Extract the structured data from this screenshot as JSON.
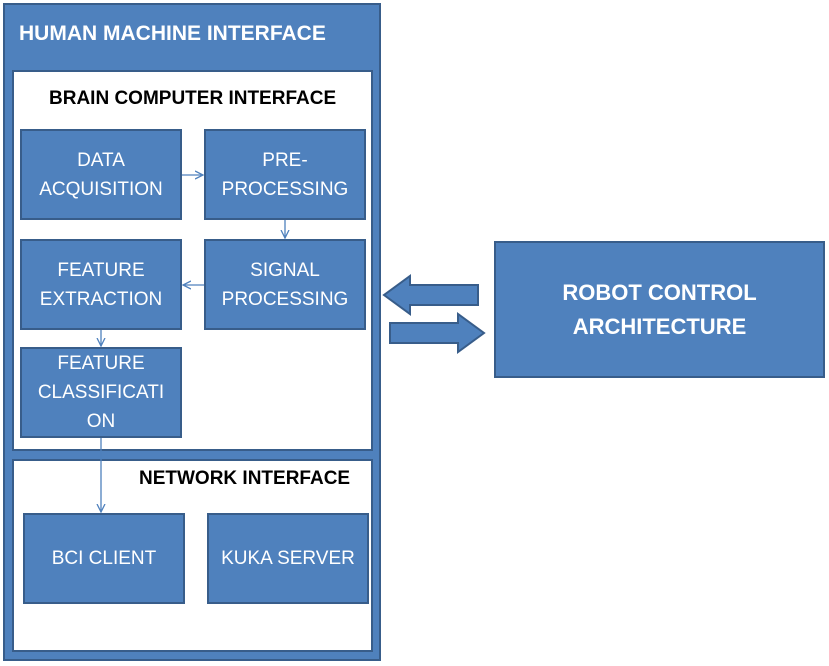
{
  "hmi": {
    "title": "HUMAN MACHINE INTERFACE"
  },
  "bci": {
    "title": "BRAIN COMPUTER INTERFACE",
    "blocks": {
      "data_acquisition": "DATA\nACQUISITION",
      "pre_processing": "PRE-\nPROCESSING",
      "feature_extraction": "FEATURE\nEXTRACTION",
      "signal_processing": "SIGNAL\nPROCESSING",
      "feature_classification": "FEATURE\nCLASSIFICATI\nON"
    }
  },
  "network": {
    "title": "NETWORK INTERFACE",
    "blocks": {
      "bci_client": "BCI CLIENT",
      "kuka_server": "KUKA SERVER"
    }
  },
  "robot": {
    "label": "ROBOT CONTROL\nARCHITECTURE"
  },
  "colors": {
    "block_fill": "#4f81bd",
    "block_border": "#385d8a",
    "panel_fill": "#ffffff",
    "text_on_block": "#ffffff",
    "text_on_panel": "#000000"
  }
}
